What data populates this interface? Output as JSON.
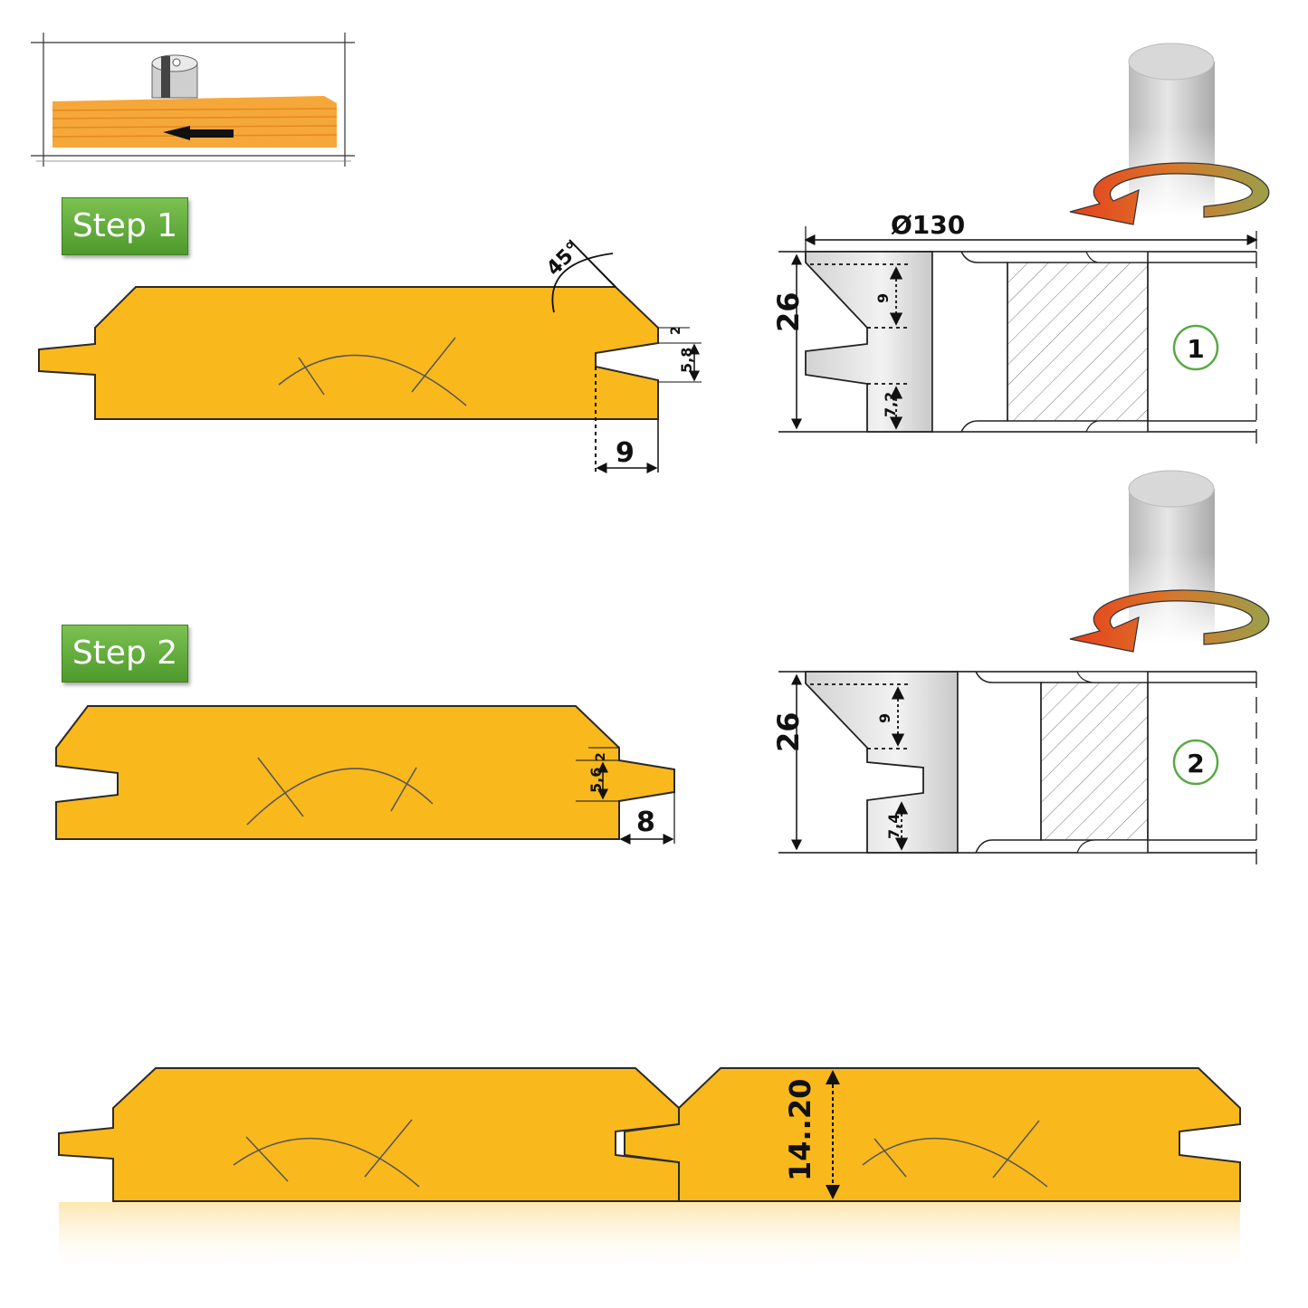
{
  "steps": {
    "step1_label": "Step 1",
    "step2_label": "Step 2"
  },
  "profile1": {
    "angle": "45°",
    "tongue_gap": "2",
    "tongue_height": "5,8",
    "tongue_depth": "9"
  },
  "cutter1": {
    "diameter": "Ø130",
    "height": "26",
    "upper": "9",
    "lower": "7,2",
    "number": "1"
  },
  "profile2": {
    "tongue_gap": "2",
    "tongue_height": "5,6",
    "tongue_length": "8"
  },
  "cutter2": {
    "height": "26",
    "upper": "9",
    "lower": "7,4",
    "number": "2"
  },
  "assembly": {
    "thickness": "14..20"
  },
  "colors": {
    "wood": "#f9b81c",
    "wood_outline": "#2a2a2a",
    "badge": "#5aaa36",
    "circle": "#5aa845",
    "arrow_start": "#e8401c",
    "arrow_end": "#9aa04a"
  }
}
